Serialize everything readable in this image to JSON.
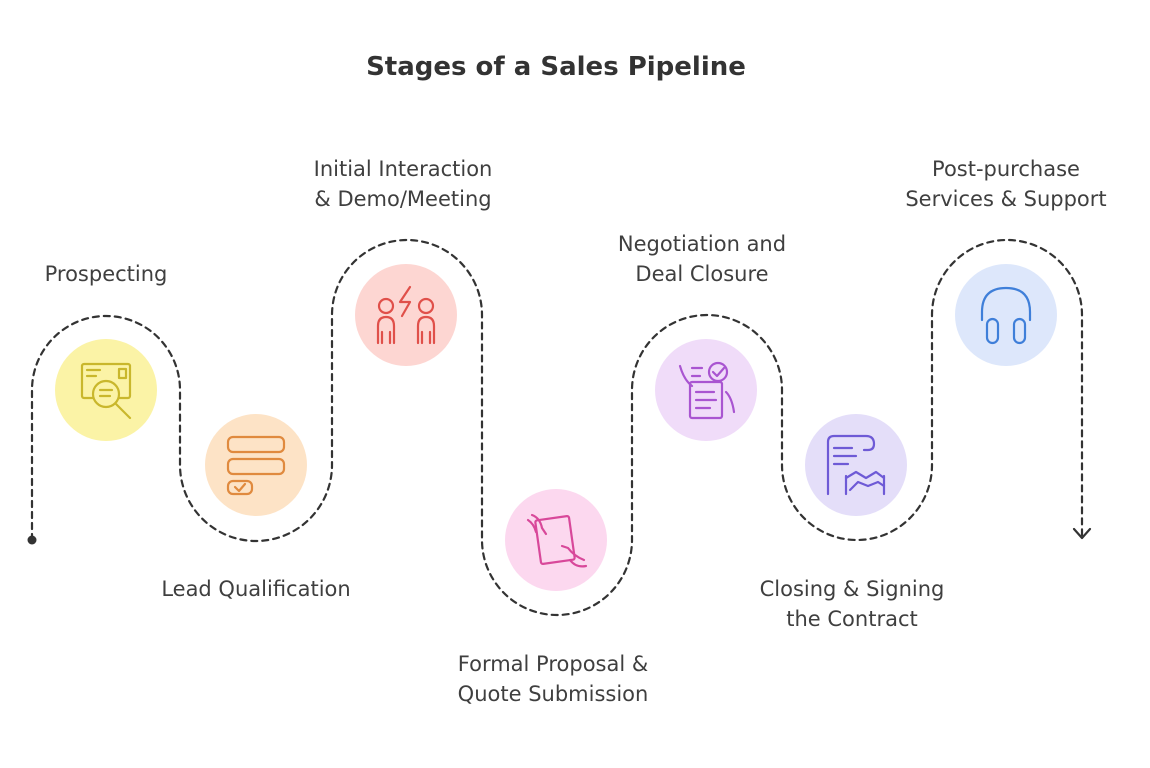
{
  "title": "Stages of a Sales Pipeline",
  "stages": [
    {
      "id": "prospecting",
      "lines": [
        "Prospecting"
      ],
      "icon": "magnifier-document-icon",
      "fill": "#fbf3a6",
      "stroke": "#c9b72c"
    },
    {
      "id": "lead-qualification",
      "lines": [
        "Lead Qualification"
      ],
      "icon": "checklist-icon",
      "fill": "#fde3c6",
      "stroke": "#e08a3e"
    },
    {
      "id": "initial-interaction",
      "lines": [
        "Initial Interaction",
        "& Demo/Meeting"
      ],
      "icon": "people-interaction-icon",
      "fill": "#fdd6d2",
      "stroke": "#e0504a"
    },
    {
      "id": "formal-proposal",
      "lines": [
        "Formal Proposal &",
        "Quote Submission"
      ],
      "icon": "hand-document-icon",
      "fill": "#fcd8ef",
      "stroke": "#d8489a"
    },
    {
      "id": "negotiation",
      "lines": [
        "Negotiation and",
        "Deal Closure"
      ],
      "icon": "hands-checklist-icon",
      "fill": "#f0dcf9",
      "stroke": "#a955d1"
    },
    {
      "id": "closing",
      "lines": [
        "Closing & Signing",
        "the Contract"
      ],
      "icon": "contract-handshake-icon",
      "fill": "#e4def9",
      "stroke": "#6e5ad6"
    },
    {
      "id": "post-purchase",
      "lines": [
        "Post-purchase",
        "Services & Support"
      ],
      "icon": "headphones-icon",
      "fill": "#dde7fb",
      "stroke": "#3f7fd9"
    }
  ]
}
